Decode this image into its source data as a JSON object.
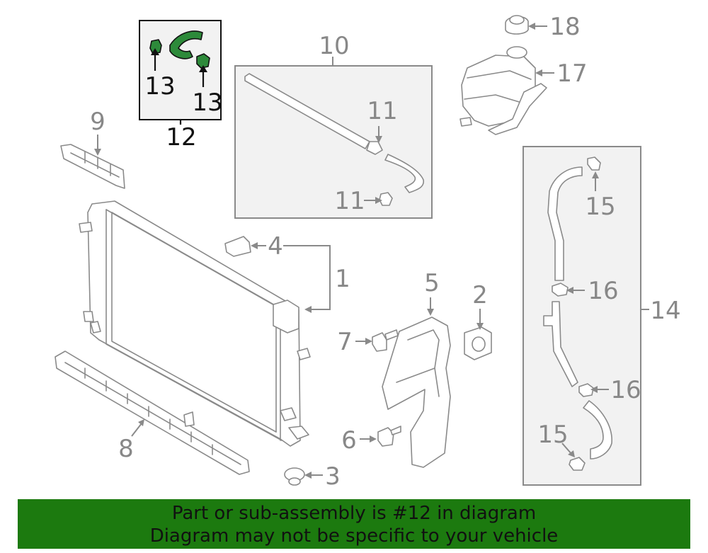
{
  "diagram": {
    "callouts": {
      "c1": "1",
      "c2": "2",
      "c3": "3",
      "c4": "4",
      "c5": "5",
      "c6": "6",
      "c7": "7",
      "c8": "8",
      "c9": "9",
      "c10": "10",
      "c11a": "11",
      "c11b": "11",
      "c12": "12",
      "c13a": "13",
      "c13b": "13",
      "c14": "14",
      "c15a": "15",
      "c15b": "15",
      "c16a": "16",
      "c16b": "16",
      "c17": "17",
      "c18": "18"
    },
    "highlighted_part": "12",
    "colors": {
      "highlight": "#2d8a3a",
      "line": "#8a8a8a",
      "box_fill": "#f2f2f2",
      "banner": "#1c7a0f"
    }
  },
  "banner": {
    "line1": "Part or sub-assembly is #12 in diagram",
    "line2": "Diagram may not be specific to your vehicle"
  }
}
